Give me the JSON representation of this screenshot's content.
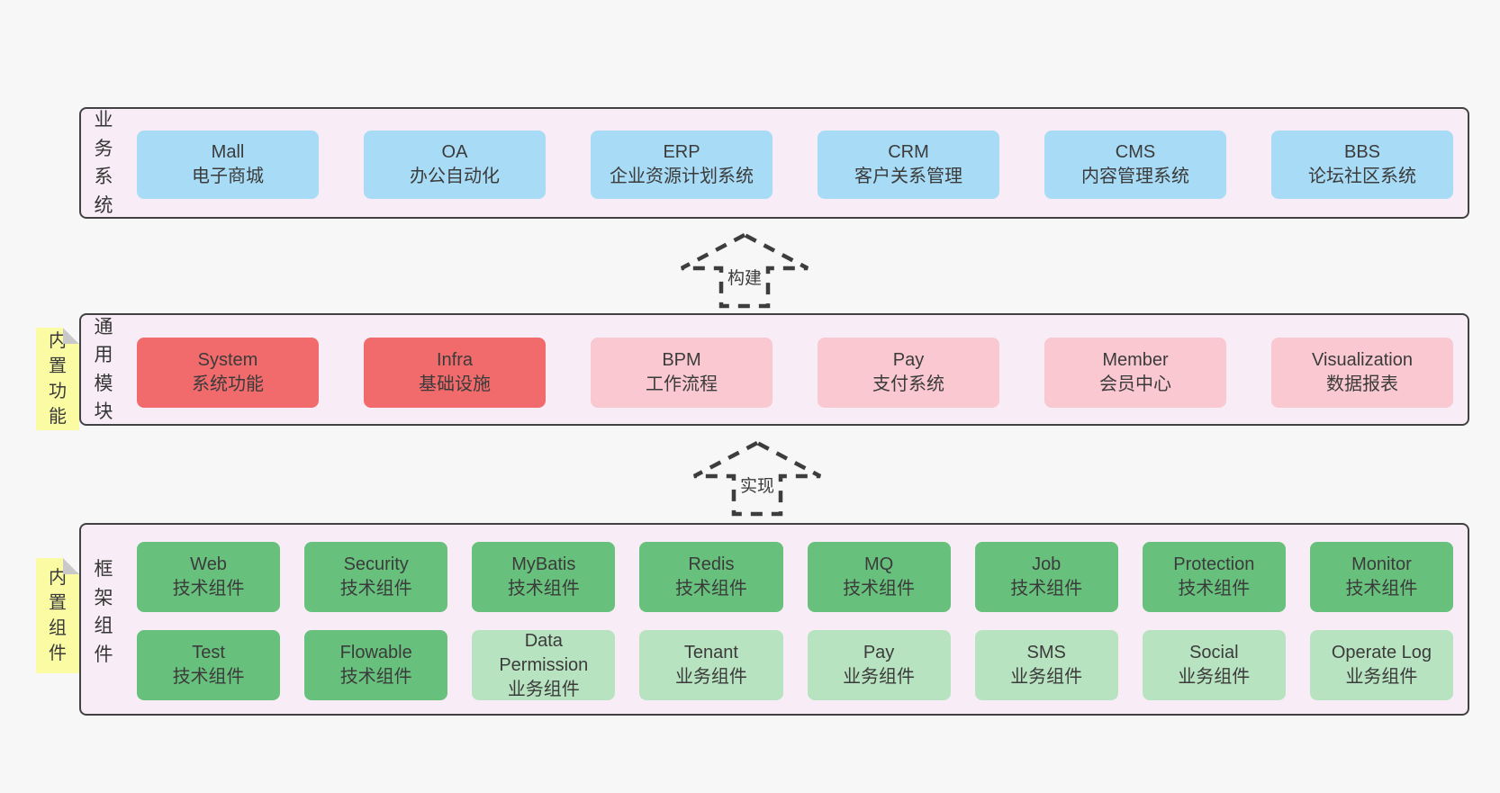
{
  "colors": {
    "page_bg": "#f7f7f7",
    "band_bg": "#f8edf6",
    "band_border": "#424242",
    "business_box_blue": "#a8dbf5",
    "module_box_red": "#f16b6c",
    "module_box_pink": "#f9c8d0",
    "component_box_green": "#67c17d",
    "component_box_lightgreen": "#b8e3c0",
    "note_yellow": "#fafba3",
    "note_fold_gray": "#c9c9c9"
  },
  "bands": [
    {
      "id": "business-systems",
      "label": "业务系统",
      "note": null,
      "rows": [
        [
          {
            "name": "Mall",
            "desc": "电子商城",
            "variant": "blue"
          },
          {
            "name": "OA",
            "desc": "办公自动化",
            "variant": "blue"
          },
          {
            "name": "ERP",
            "desc": "企业资源计划系统",
            "variant": "blue"
          },
          {
            "name": "CRM",
            "desc": "客户关系管理",
            "variant": "blue"
          },
          {
            "name": "CMS",
            "desc": "内容管理系统",
            "variant": "blue"
          },
          {
            "name": "BBS",
            "desc": "论坛社区系统",
            "variant": "blue"
          }
        ]
      ]
    },
    {
      "id": "common-modules",
      "label": "通用模块",
      "note": "内置功能",
      "rows": [
        [
          {
            "name": "System",
            "desc": "系统功能",
            "variant": "red"
          },
          {
            "name": "Infra",
            "desc": "基础设施",
            "variant": "red"
          },
          {
            "name": "BPM",
            "desc": "工作流程",
            "variant": "pink"
          },
          {
            "name": "Pay",
            "desc": "支付系统",
            "variant": "pink"
          },
          {
            "name": "Member",
            "desc": "会员中心",
            "variant": "pink"
          },
          {
            "name": "Visualization",
            "desc": "数据报表",
            "variant": "pink"
          }
        ]
      ]
    },
    {
      "id": "framework-components",
      "label": "框架组件",
      "note": "内置组件",
      "rows": [
        [
          {
            "name": "Web",
            "desc": "技术组件",
            "variant": "green"
          },
          {
            "name": "Security",
            "desc": "技术组件",
            "variant": "green"
          },
          {
            "name": "MyBatis",
            "desc": "技术组件",
            "variant": "green"
          },
          {
            "name": "Redis",
            "desc": "技术组件",
            "variant": "green"
          },
          {
            "name": "MQ",
            "desc": "技术组件",
            "variant": "green"
          },
          {
            "name": "Job",
            "desc": "技术组件",
            "variant": "green"
          },
          {
            "name": "Protection",
            "desc": "技术组件",
            "variant": "green"
          },
          {
            "name": "Monitor",
            "desc": "技术组件",
            "variant": "green"
          }
        ],
        [
          {
            "name": "Test",
            "desc": "技术组件",
            "variant": "green"
          },
          {
            "name": "Flowable",
            "desc": "技术组件",
            "variant": "green"
          },
          {
            "name": "Data Permission",
            "desc": "业务组件",
            "variant": "lightgreen"
          },
          {
            "name": "Tenant",
            "desc": "业务组件",
            "variant": "lightgreen"
          },
          {
            "name": "Pay",
            "desc": "业务组件",
            "variant": "lightgreen"
          },
          {
            "name": "SMS",
            "desc": "业务组件",
            "variant": "lightgreen"
          },
          {
            "name": "Social",
            "desc": "业务组件",
            "variant": "lightgreen"
          },
          {
            "name": "Operate Log",
            "desc": "业务组件",
            "variant": "lightgreen"
          }
        ]
      ]
    }
  ],
  "arrows": [
    {
      "id": "build",
      "label": "构建"
    },
    {
      "id": "implement",
      "label": "实现"
    }
  ]
}
